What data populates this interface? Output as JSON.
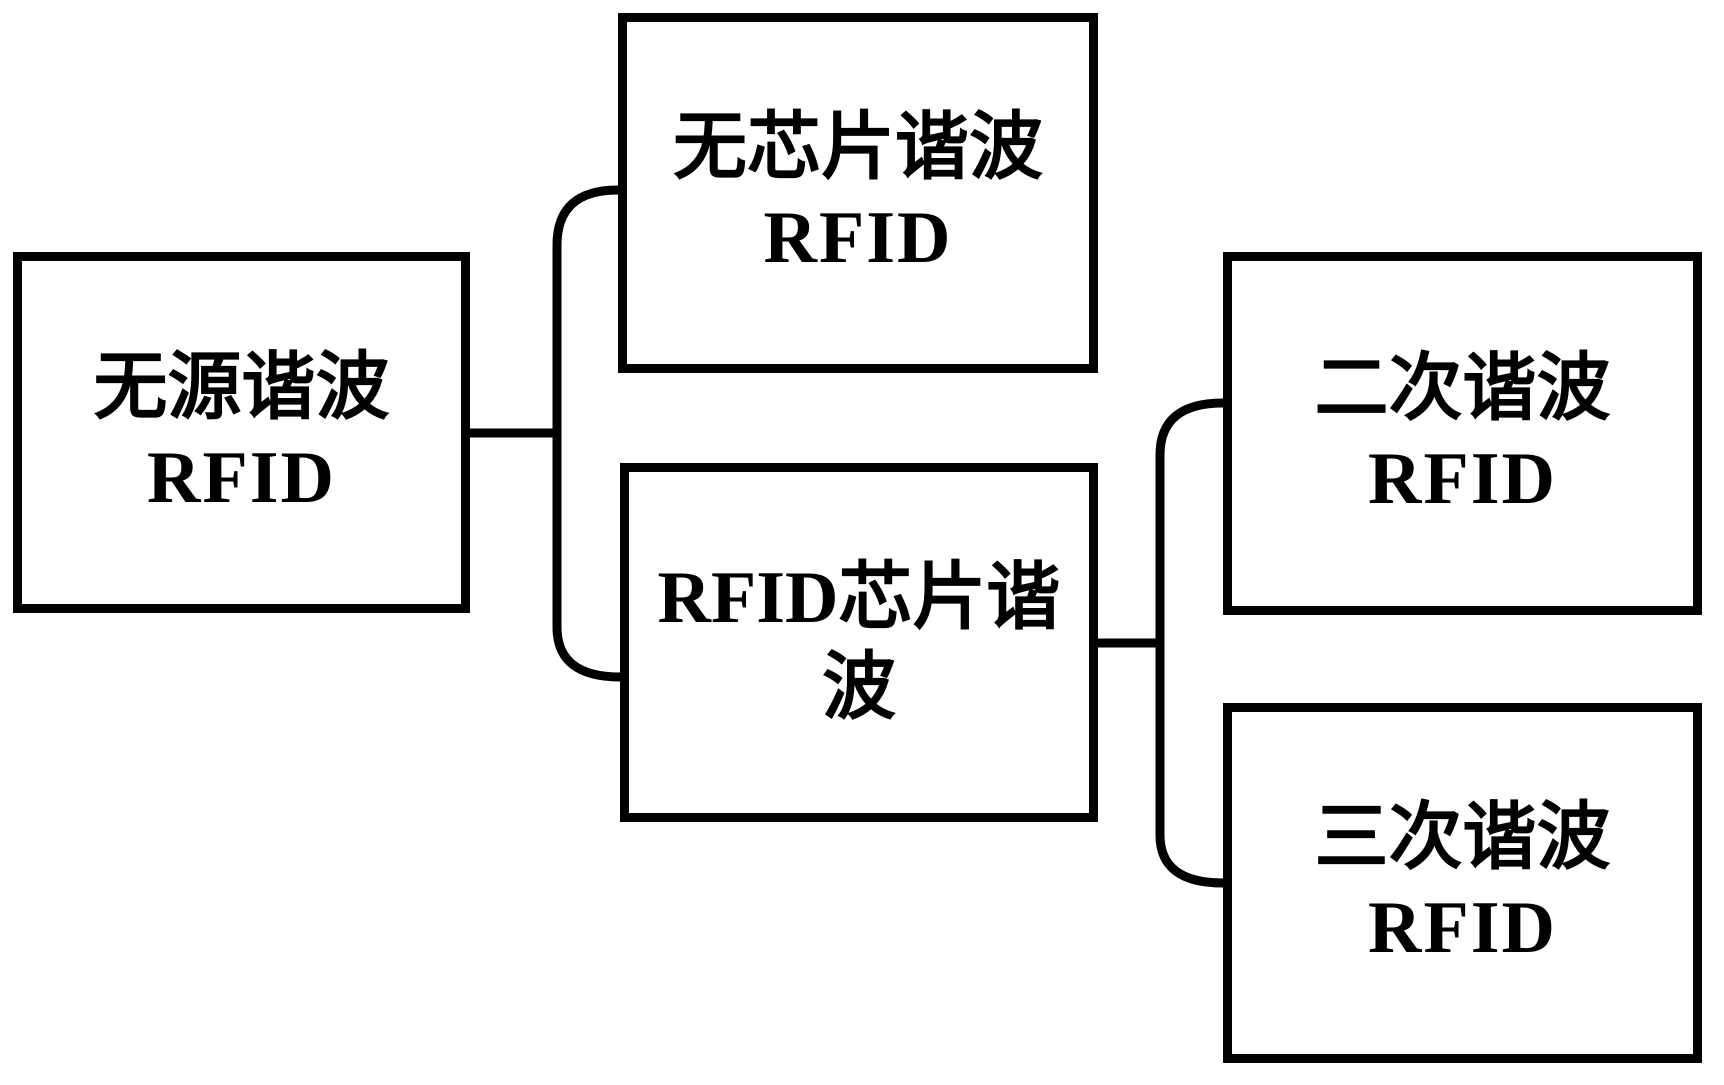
{
  "figure": {
    "background_color": "#ffffff",
    "line_color": "#000000",
    "nodes": [
      {
        "id": "passive-harmonic-rfid",
        "lines": [
          "无源谐波",
          "RFID"
        ]
      },
      {
        "id": "chipless-harmonic-rfid",
        "lines": [
          "无芯片谐波",
          "RFID"
        ]
      },
      {
        "id": "rfid-chip-harmonic",
        "lines": [
          "RFID芯片谐",
          "波"
        ]
      },
      {
        "id": "second-harmonic-rfid",
        "lines": [
          "二次谐波",
          "RFID"
        ]
      },
      {
        "id": "third-harmonic-rfid",
        "lines": [
          "三次谐波",
          "RFID"
        ]
      }
    ],
    "edges": [
      {
        "from": "passive-harmonic-rfid",
        "to": "chipless-harmonic-rfid"
      },
      {
        "from": "passive-harmonic-rfid",
        "to": "rfid-chip-harmonic"
      },
      {
        "from": "rfid-chip-harmonic",
        "to": "second-harmonic-rfid"
      },
      {
        "from": "rfid-chip-harmonic",
        "to": "third-harmonic-rfid"
      }
    ]
  }
}
